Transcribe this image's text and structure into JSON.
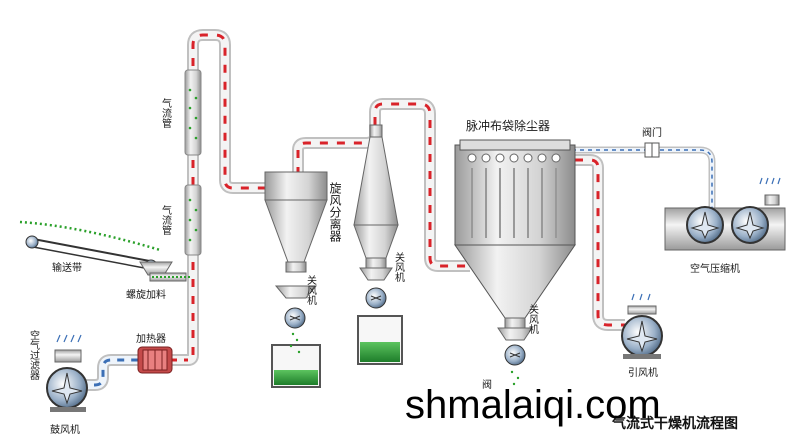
{
  "labels": {
    "riser_upper": "气流管",
    "riser_lower": "气流管",
    "conveyor": "输送带",
    "screw_feeder": "螺旋加料",
    "heater": "加热器",
    "air_filter": "空气过滤器",
    "blower": "鼓风机",
    "cyclone": "旋风分离器",
    "valve_1": "关风机",
    "valve_2": "关风机",
    "valve_3": "关风机",
    "baghouse": "脉冲布袋除尘器",
    "gate": "阀门",
    "compressor": "空气压缩机",
    "fan": "引风机",
    "bottom_valve": "阀"
  },
  "caption": "气流式干燥机流程图",
  "watermark": "shmalaiqi.com",
  "colors": {
    "pipe_outer": "#c9c9c9",
    "pipe_inner": "#f4f4f4",
    "dash_red": "#d9232a",
    "dash_blue": "#3b6fb6",
    "dot_green": "#2aa02a",
    "product_green": "#2f9e3a"
  }
}
